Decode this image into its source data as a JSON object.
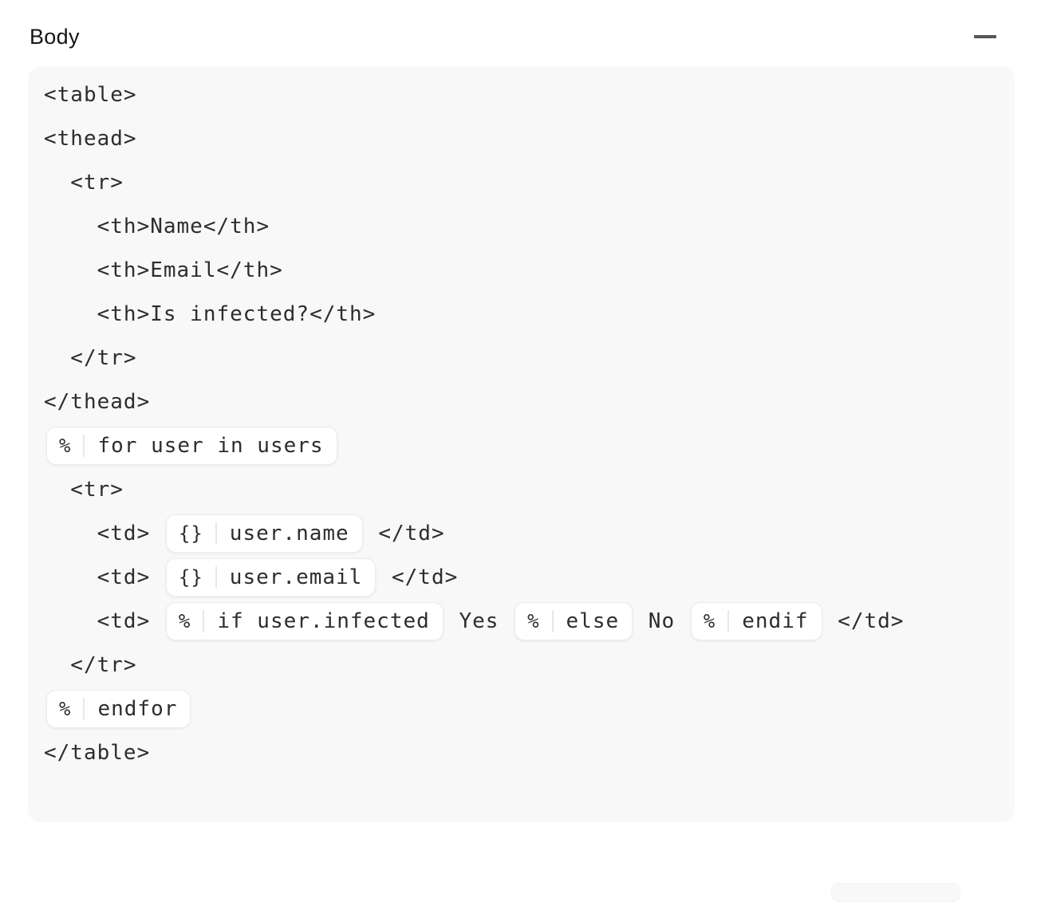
{
  "header": {
    "title": "Body"
  },
  "code": {
    "lines": [
      {
        "text": "<table>"
      },
      {
        "text": "<thead>"
      },
      {
        "text": "  <tr>"
      },
      {
        "text": "    <th>Name</th>"
      },
      {
        "text": "    <th>Email</th>"
      },
      {
        "text": "    <th>Is infected?</th>"
      },
      {
        "text": "  </tr>"
      },
      {
        "text": "</thead>"
      },
      {
        "pill": {
          "prefix": "%",
          "label": "for user in users"
        }
      },
      {
        "text": "  <tr>"
      },
      {
        "pre": "    <td> ",
        "pill": {
          "prefix": "{}",
          "label": "user.name"
        },
        "post": " </td>"
      },
      {
        "pre": "    <td> ",
        "pill": {
          "prefix": "{}",
          "label": "user.email"
        },
        "post": " </td>"
      },
      {
        "pre": "    <td> ",
        "pill1": {
          "prefix": "%",
          "label": "if user.infected"
        },
        "mid1": " Yes ",
        "pill2": {
          "prefix": "%",
          "label": "else"
        },
        "mid2": " No ",
        "pill3": {
          "prefix": "%",
          "label": "endif"
        },
        "post": " </td>"
      },
      {
        "text": "  </tr>"
      },
      {
        "pill": {
          "prefix": "%",
          "label": "endfor"
        }
      },
      {
        "text": "</table>"
      }
    ]
  }
}
